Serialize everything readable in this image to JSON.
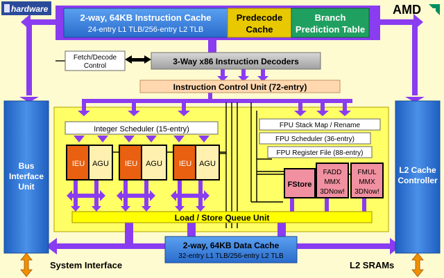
{
  "watermark": "hardware",
  "brand": "AMD",
  "colors": {
    "background": "#fffbd0",
    "core_box": "#ffff66",
    "arrow": "#8a3cf0",
    "bus_blue": "#2a72d2",
    "cache_blue": "#3c80dc",
    "predecode_yellow": "#e8c800",
    "branch_green": "#20a060",
    "decoder_gray": "#b0b0b0",
    "icu_peach": "#ffd8b0",
    "ieu_orange": "#e86010",
    "agu_cream": "#fff0b0",
    "fpu_pink": "#f090a0",
    "lsq_yellow": "#ffff00",
    "io_orange": "#f09000"
  },
  "blocks": {
    "icache": {
      "line1": "2-way, 64KB Instruction Cache",
      "line2": "24-entry L1 TLB/256-entry L2 TLB"
    },
    "predecode": {
      "line1": "Predecode",
      "line2": "Cache"
    },
    "branch": {
      "line1": "Branch",
      "line2": "Prediction Table"
    },
    "fetch": {
      "line1": "Fetch/Decode",
      "line2": "Control"
    },
    "decoders": "3-Way x86 Instruction Decoders",
    "icu": "Instruction Control Unit (72-entry)",
    "int_sched": "Integer Scheduler (15-entry)",
    "ieu": "IEU",
    "agu": "AGU",
    "fpu_stack": "FPU Stack Map / Rename",
    "fpu_sched": "FPU Scheduler (36-entry)",
    "fpu_regfile": "FPU Register File (88-entry)",
    "fstore": "FStore",
    "fadd": {
      "line1": "FADD",
      "line2": "MMX",
      "line3": "3DNow!"
    },
    "fmul": {
      "line1": "FMUL",
      "line2": "MMX",
      "line3": "3DNow!"
    },
    "lsq": "Load / Store Queue Unit",
    "dcache": {
      "line1": "2-way, 64KB Data Cache",
      "line2": "32-entry L1 TLB/256-entry L2 TLB"
    },
    "biu": {
      "line1": "Bus",
      "line2": "Interface",
      "line3": "Unit"
    },
    "l2": {
      "line1": "L2 Cache",
      "line2": "Controller"
    }
  },
  "labels": {
    "system_interface": "System Interface",
    "l2_srams": "L2 SRAMs"
  }
}
